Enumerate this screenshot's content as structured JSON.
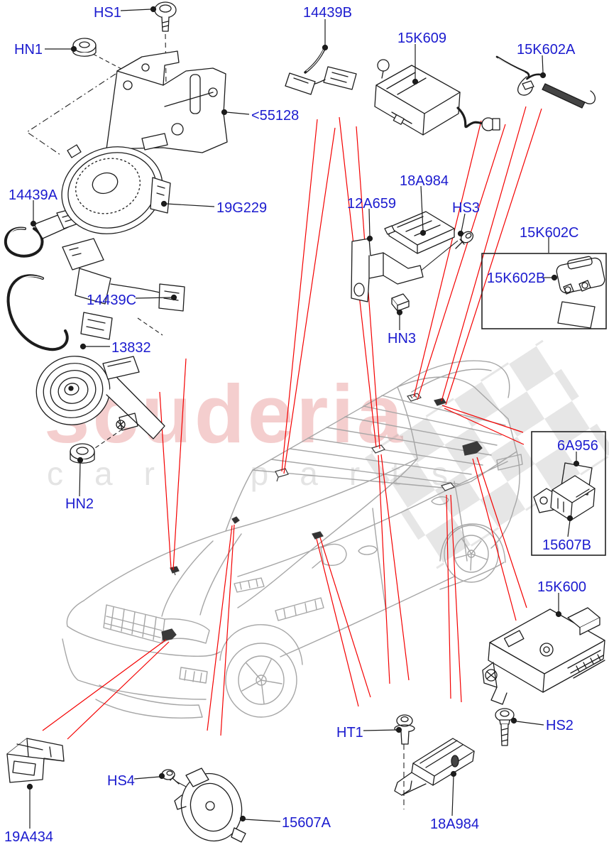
{
  "watermark": {
    "brand": "scuderia",
    "tagline": "car parts"
  },
  "colors": {
    "part_label_blue": "#1b1bcf",
    "leader_line_red": "#f40000",
    "vehicle_line_gray": "#a6a6a6",
    "watermark_pink": "#f3c6c6",
    "watermark_gray": "#e4e4e4"
  },
  "parts": {
    "hs1": "HS1",
    "hn1": "HN1",
    "b14439": "14439B",
    "k15609": "15K609",
    "k15602a": "15K602A",
    "lt55128": "<55128",
    "a14439": "14439A",
    "g19229": "19G229",
    "a18984_top": "18A984",
    "a12659": "12A659",
    "hs3": "HS3",
    "k15602c": "15K602C",
    "k15602b": "15K602B",
    "c14439": "14439C",
    "h13832": "13832",
    "hn3": "HN3",
    "hn2": "HN2",
    "a6956": "6A956",
    "b15607": "15607B",
    "k15600": "15K600",
    "hs2": "HS2",
    "ht1": "HT1",
    "a19434": "19A434",
    "hs4": "HS4",
    "a15607": "15607A",
    "a18984_bottom": "18A984"
  }
}
